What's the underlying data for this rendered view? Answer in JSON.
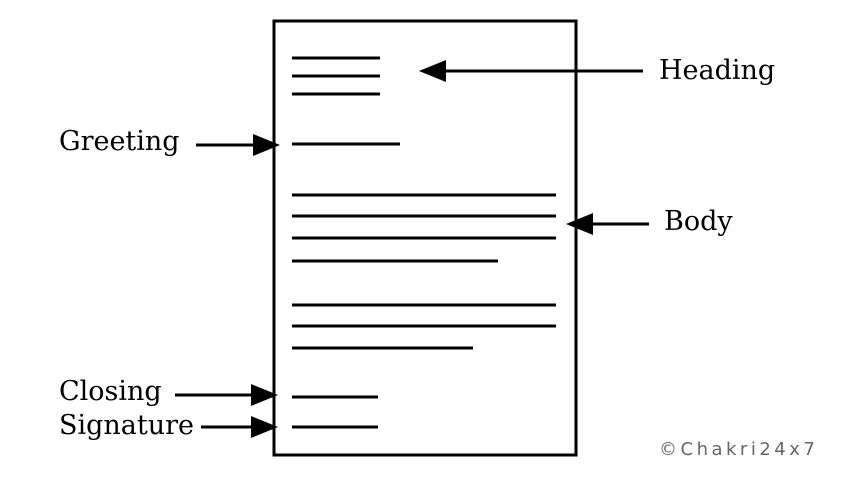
{
  "labels": {
    "heading": "Heading",
    "greeting": "Greeting",
    "body": "Body",
    "closing": "Closing",
    "signature": "Signature"
  },
  "watermark": "©Chakri24x7",
  "colors": {
    "ink": "#000000",
    "watermark": "#666666",
    "background": "#ffffff"
  }
}
